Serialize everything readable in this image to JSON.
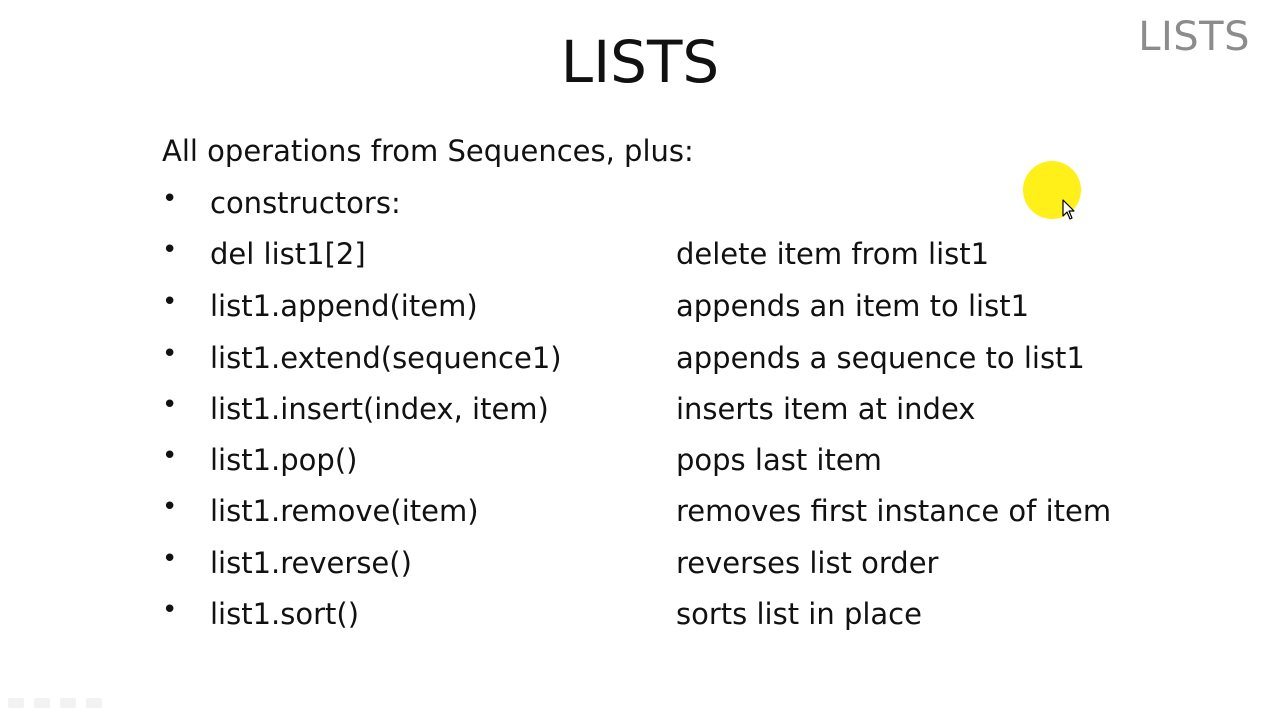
{
  "slide": {
    "corner_title": "LISTS",
    "title": "LISTS",
    "intro": "All operations from Sequences, plus:",
    "bullet_char": "•",
    "items": [
      {
        "op": "constructors:",
        "desc": ""
      },
      {
        "op": "del list1[2]",
        "desc": "delete item from list1"
      },
      {
        "op": "list1.append(item)",
        "desc": "appends an item to list1"
      },
      {
        "op": "list1.extend(sequence1)",
        "desc": "appends a sequence to list1"
      },
      {
        "op": "list1.insert(index, item)",
        "desc": "inserts item at index"
      },
      {
        "op": "list1.pop()",
        "desc": "pops last item"
      },
      {
        "op": "list1.remove(item)",
        "desc": "removes first instance of item"
      },
      {
        "op": "list1.reverse()",
        "desc": "reverses list order"
      },
      {
        "op": "list1.sort()",
        "desc": "sorts list in place"
      }
    ]
  },
  "colors": {
    "text": "#111111",
    "corner_title": "#8c8c8c",
    "cursor_highlight": "#ffee00",
    "background": "#ffffff"
  },
  "icons": {
    "cursor": "mouse-pointer-icon",
    "nav_prev": "previous-slide-icon",
    "nav_pen": "pen-icon",
    "nav_menu": "menu-icon",
    "nav_next": "next-slide-icon"
  }
}
